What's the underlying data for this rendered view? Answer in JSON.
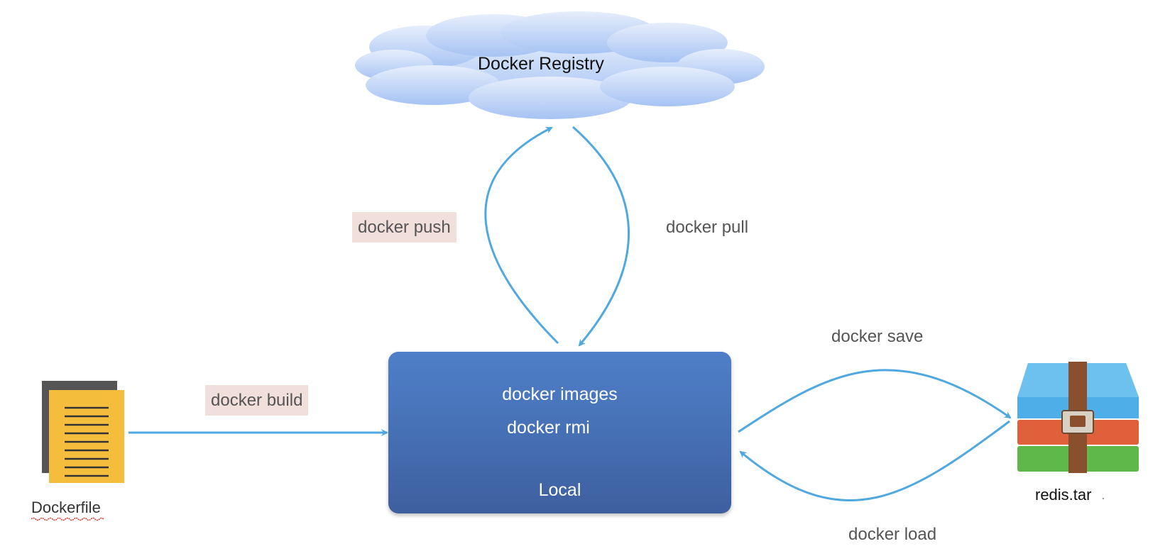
{
  "registry": {
    "title": "Docker Registry"
  },
  "local": {
    "line1": "docker images",
    "line2": "docker rmi",
    "caption": "Local"
  },
  "commands": {
    "push": "docker push",
    "pull": "docker pull",
    "build": "docker build",
    "save": "docker save",
    "load": "docker load"
  },
  "files": {
    "dockerfile": "Dockerfile",
    "archive": "redis.tar"
  },
  "colors": {
    "arrow": "#4fa8e0",
    "cloud_top": "#e6eefc",
    "cloud_bottom": "#a6c3f3",
    "local_box": "#4670b5",
    "label_highlight": "#f1dfdc",
    "doc_front": "#f5bd3c",
    "doc_back": "#555555",
    "archive_blue": "#4eaee8",
    "archive_red": "#e0603c",
    "archive_green": "#5fb84a",
    "archive_strap": "#8a4f2c"
  },
  "icons": {
    "registry": "cloud-icon",
    "dockerfile": "document-icon",
    "archive": "archive-icon"
  }
}
